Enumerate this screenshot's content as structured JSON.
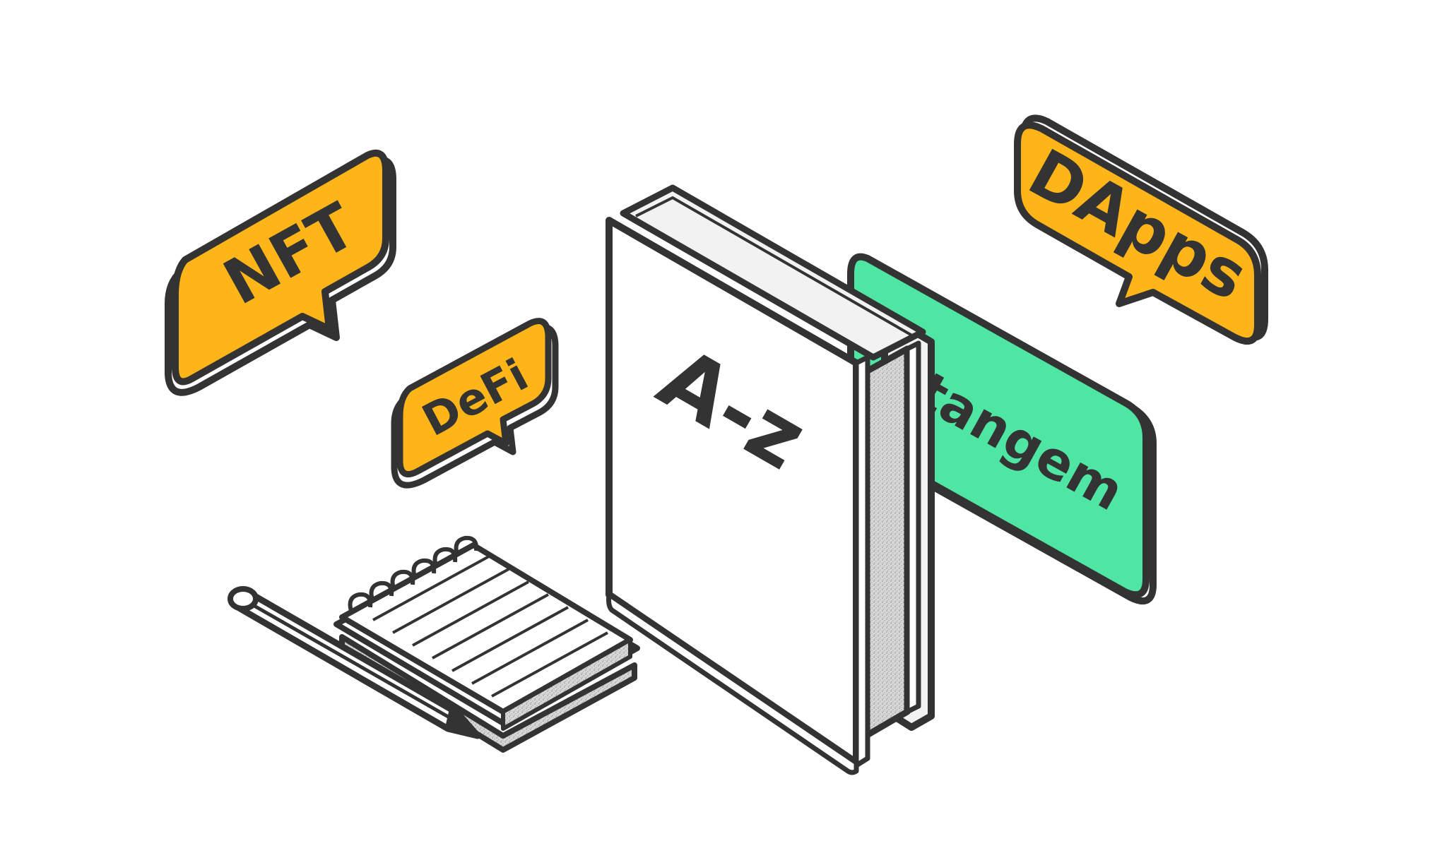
{
  "bubbles": {
    "nft": "NFT",
    "defi": "DeFi",
    "dapps": "DApps"
  },
  "book": {
    "cover_text": "A-z"
  },
  "card": {
    "brand": "tangem"
  },
  "colors": {
    "bubble_fill": "#FDB519",
    "card_fill": "#4FE6A3",
    "outline": "#333333",
    "page_fill": "#F5F5F5",
    "background": "#FFFFFF"
  },
  "icons": [
    "speech-bubble-icon",
    "book-icon",
    "card-icon",
    "notepad-icon",
    "pencil-icon"
  ]
}
